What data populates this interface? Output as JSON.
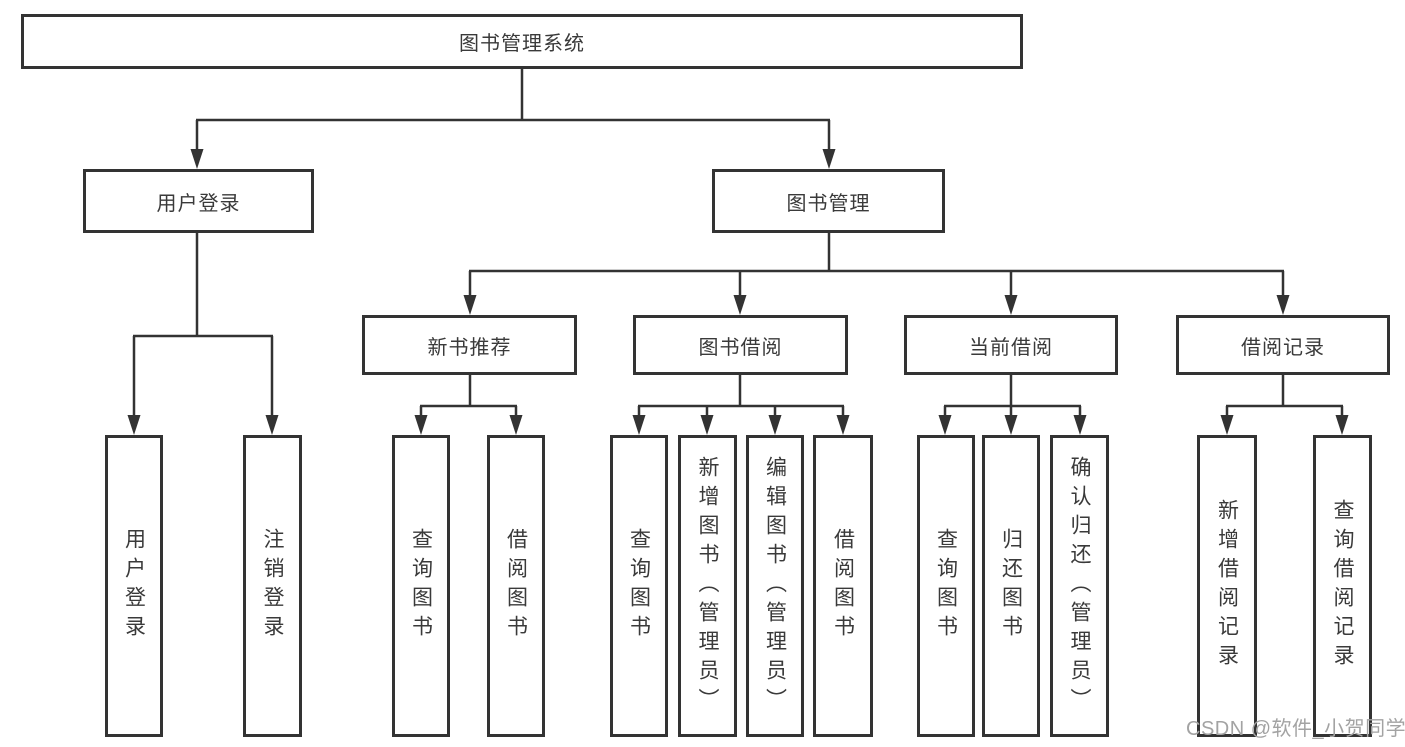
{
  "diagram": {
    "root": {
      "label": "图书管理系统"
    },
    "level2": [
      {
        "id": "user-login",
        "label": "用户登录"
      },
      {
        "id": "book-management",
        "label": "图书管理"
      }
    ],
    "level3": [
      {
        "id": "new-book-recommend",
        "label": "新书推荐"
      },
      {
        "id": "book-borrowing",
        "label": "图书借阅"
      },
      {
        "id": "current-borrowing",
        "label": "当前借阅"
      },
      {
        "id": "borrowing-records",
        "label": "借阅记录"
      }
    ],
    "leaves": [
      {
        "parent": "user-login",
        "label": "用户登录"
      },
      {
        "parent": "user-login",
        "label": "注销登录"
      },
      {
        "parent": "new-book-recommend",
        "label": "查询图书"
      },
      {
        "parent": "new-book-recommend",
        "label": "借阅图书"
      },
      {
        "parent": "book-borrowing",
        "label": "查询图书"
      },
      {
        "parent": "book-borrowing",
        "label": "新增图书（管理员）"
      },
      {
        "parent": "book-borrowing",
        "label": "编辑图书（管理员）"
      },
      {
        "parent": "book-borrowing",
        "label": "借阅图书"
      },
      {
        "parent": "current-borrowing",
        "label": "查询图书"
      },
      {
        "parent": "current-borrowing",
        "label": "归还图书"
      },
      {
        "parent": "current-borrowing",
        "label": "确认归还（管理员）"
      },
      {
        "parent": "borrowing-records",
        "label": "新增借阅记录"
      },
      {
        "parent": "borrowing-records",
        "label": "查询借阅记录"
      }
    ]
  },
  "watermark": {
    "text": "CSDN @软件_小贺同学",
    "color": "#a3a3a3"
  },
  "colors": {
    "line": "#333333",
    "border": "#333333",
    "text": "#3a3a3a",
    "background": "#ffffff"
  }
}
